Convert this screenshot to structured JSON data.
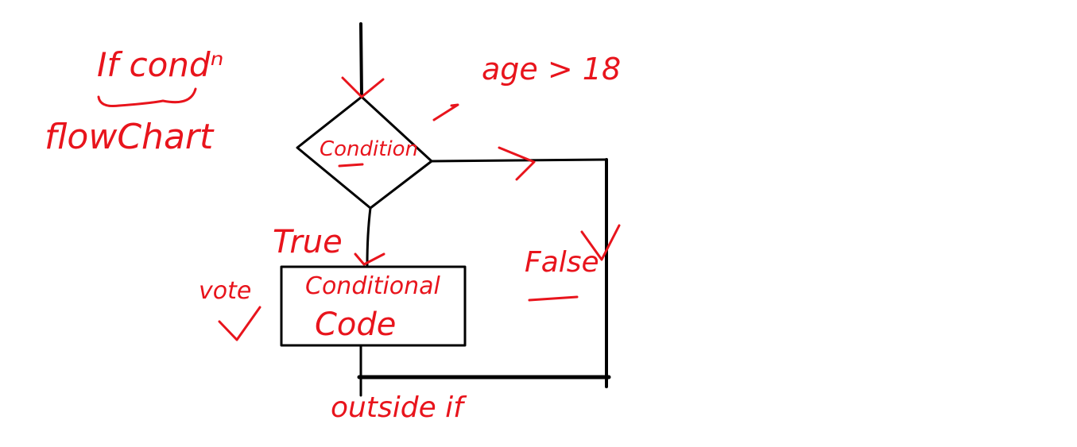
{
  "colors": {
    "background": "#ffffff",
    "flow_lines": "#000000",
    "annotation_ink": "#e8141c"
  },
  "heading": {
    "line1": "If condⁿ",
    "line2": "flowChart"
  },
  "decision": {
    "label": "Condition",
    "annotation": "age > 18"
  },
  "branches": {
    "true_label": "True",
    "false_label": "False"
  },
  "process": {
    "label_line1": "Conditional",
    "label_line2": "Code",
    "note": "vote"
  },
  "exit": {
    "label": "outside if"
  }
}
